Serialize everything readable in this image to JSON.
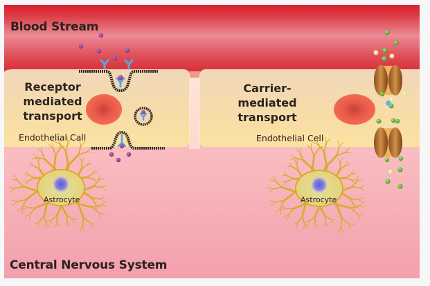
{
  "diagram": {
    "title_regions": {
      "top": "Blood Stream",
      "bottom": "Central Nervous System"
    },
    "left_panel": {
      "mechanism_line1": "Receptor",
      "mechanism_line2": "mediated",
      "mechanism_line3": "transport",
      "cell_label": "Endothelial Call",
      "astrocyte_label": "Astrocyte"
    },
    "right_panel": {
      "mechanism_line1": "Carrier-",
      "mechanism_line2": "mediated",
      "mechanism_line3": "transport",
      "cell_label": "Endothelial Cell",
      "astrocyte_label": "Astrocyte"
    },
    "colors": {
      "blood": "#d8212e",
      "blood_highlight": "#e98a93",
      "endothelial": "#f3d7b3",
      "cns_top": "#fde6df",
      "cns_bottom": "#f4a0ac",
      "nucleus": "#ea5a45",
      "receptor": "#5aa6e0",
      "ligand": "#8a3a8f",
      "carrier_protein": "#a8652a",
      "substrate_green": "#5ab53a",
      "substrate_yellow": "#f1e99a",
      "astrocyte": "#d9b13a",
      "astrocyte_nucleus": "#6a6ad8",
      "text": "#2a2320"
    }
  }
}
